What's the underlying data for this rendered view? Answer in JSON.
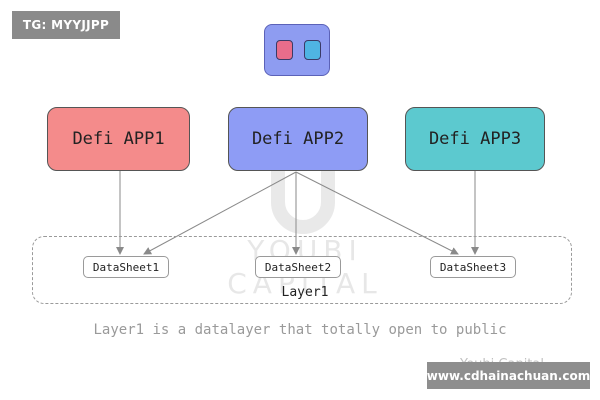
{
  "tag": "TG: MYYJJPP",
  "apps": [
    "Defi APP1",
    "Defi APP2",
    "Defi APP3"
  ],
  "datasheets": [
    "DataSheet1",
    "DataSheet2",
    "DataSheet3"
  ],
  "layer_label": "Layer1",
  "caption": "Layer1 is a datalayer that totally open to public",
  "watermark": {
    "center_text": "YOUBI CAPITAL",
    "corner_text": "Youbi Capital"
  },
  "site_url": "www.cdhainachuan.com",
  "colors": {
    "app1": "#f48b8b",
    "app2": "#8e9cf5",
    "app3": "#5cc9cf",
    "icon_left": "#e86d8b",
    "icon_right": "#4fb4e3"
  },
  "icons": [
    "app-window-icon"
  ]
}
